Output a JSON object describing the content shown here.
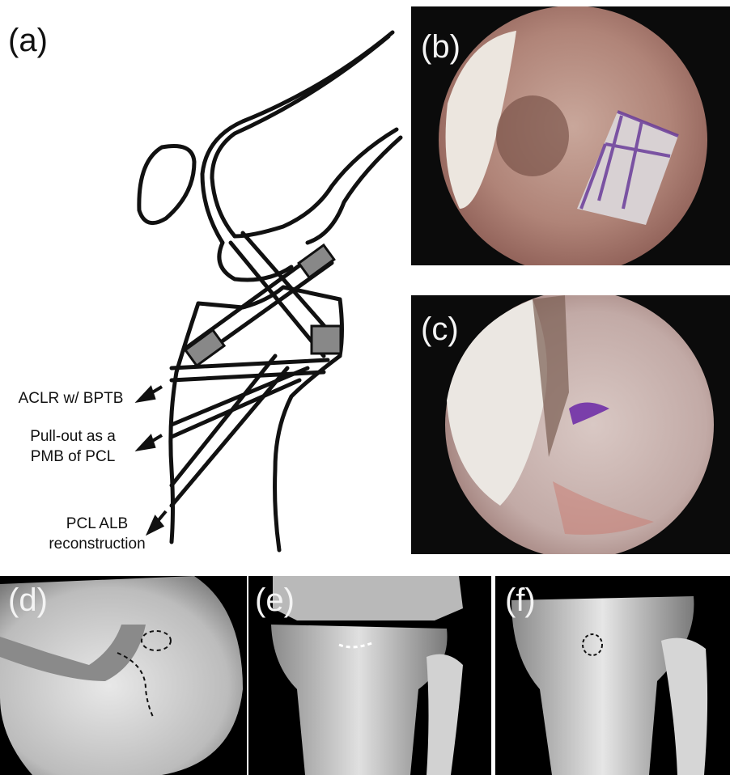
{
  "panels": {
    "a": {
      "label": "(a)",
      "annotations": [
        "ACLR w/ BPTB",
        "Pull-out as a PMB of PCL",
        "PCL ALB reconstruction"
      ]
    },
    "b": {
      "label": "(b)"
    },
    "c": {
      "label": "(c)"
    },
    "d": {
      "label": "(d)"
    },
    "e": {
      "label": "(e)"
    },
    "f": {
      "label": "(f)"
    }
  }
}
